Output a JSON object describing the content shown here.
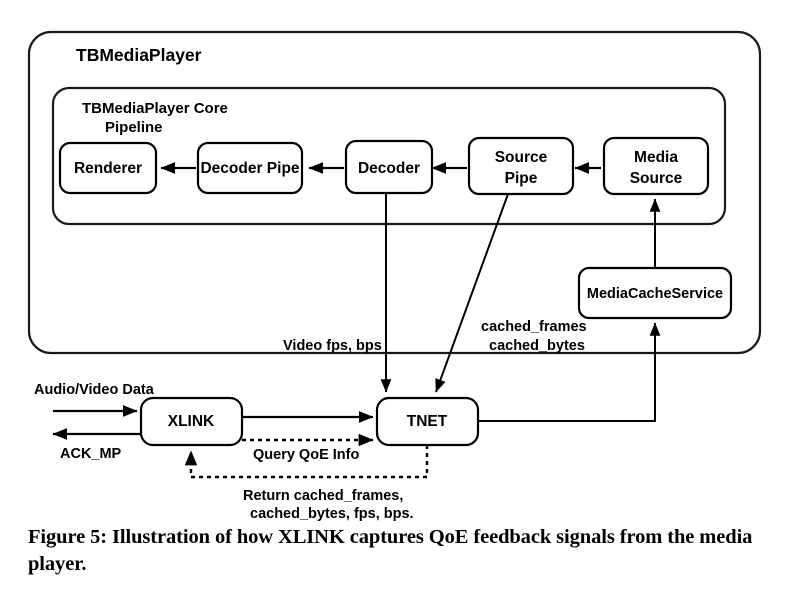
{
  "figure": {
    "caption": "Figure 5: Illustration of how XLINK captures QoE feedback signals from the media player."
  },
  "containers": {
    "outer": {
      "title": "TBMediaPlayer"
    },
    "inner": {
      "title_line1": "TBMediaPlayer  Core",
      "title_line2": "Pipeline"
    }
  },
  "nodes": {
    "renderer": {
      "label": "Renderer"
    },
    "decoder_pipe": {
      "label": "Decoder Pipe"
    },
    "decoder": {
      "label": "Decoder"
    },
    "source_pipe": {
      "label_line1": "Source",
      "label_line2": "Pipe"
    },
    "media_source": {
      "label_line1": "Media",
      "label_line2": "Source",
      "fill": "#F09383"
    },
    "media_cache_service": {
      "label": "MediaCacheService"
    },
    "xlink": {
      "label": "XLINK"
    },
    "tnet": {
      "label": "TNET"
    }
  },
  "edge_labels": {
    "audio_video_data": "Audio/Video Data",
    "ack_mp": "ACK_MP",
    "video_fps_bps": "Video fps, bps",
    "cached_frames": "cached_frames",
    "cached_bytes": "cached_bytes",
    "query_qoe_info": "Query QoE Info",
    "return_line1": "Return cached_frames,",
    "return_line2": "cached_bytes, fps, bps."
  },
  "colors": {
    "stroke": "#000000",
    "background": "#FFFFFF",
    "highlight": "#F09383"
  }
}
